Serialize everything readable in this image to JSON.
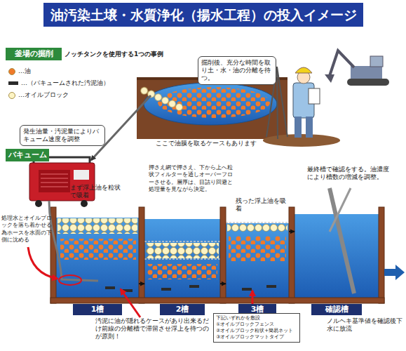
{
  "diagram": {
    "title": "油汚染土壌・水質浄化（揚水工程）の投入イメージ",
    "nodes": [
      {
        "text": [
          "釜場の掘削"
        ]
      },
      {
        "text": [
          "掘削後、充分な時間を取り土・水・油の分離を待つ。"
        ]
      },
      {
        "text": [
          "発生油量・汚泥量によりバキューム速度を調整"
        ]
      },
      {
        "text": [
          "バキューム"
        ]
      },
      {
        "text": [
          "1槽"
        ]
      },
      {
        "text": [
          "2槽"
        ]
      },
      {
        "text": [
          "3槽"
        ]
      },
      {
        "text": [
          "確認槽"
        ]
      },
      {
        "text": [
          "下記いずれかを敷設",
          "①オイルブロックフェンス",
          "②オイルブロック粒状+簡易ネット",
          "③オイルブロックマットタイプ"
        ]
      }
    ],
    "edges": [
      {
        "from": 4,
        "to": 5,
        "arrow": "to"
      },
      {
        "from": 5,
        "to": 6,
        "arrow": "to"
      },
      {
        "from": 6,
        "to": 7,
        "arrow": "to"
      }
    ],
    "labels": [
      "ノッチタンクを使用する1つの事例",
      "ここで油膜を取るケースもあります",
      "押さえ網で押さえ、下から上へ粒状フィルターを通しオーバーフローさせる。層厚は、目詰り回避と処理量を見ながら決定。",
      "まず浮上油を粒状で吸着",
      "残った浮上油を吸着",
      "最終槽で確認をする。油濃度により槽数の増減を調整。",
      "処理水とオイルブロックを落ち着かせる為ホースを水面の下側に沈める",
      "汚泥に油が隠れるケースがあり出来るだけ前線の分離槽で滞留させ浮上を待つのが原則！",
      "ノルヘキ基準値を確認後下水に放流"
    ],
    "legend": [
      {
        "text": "…油",
        "color": "#f07a2a"
      },
      {
        "text": "…（バキュームされた汚泥油）",
        "color": "#2b2b2b"
      },
      {
        "text": "…オイルブロック",
        "color": "#fdf4c4"
      }
    ]
  }
}
